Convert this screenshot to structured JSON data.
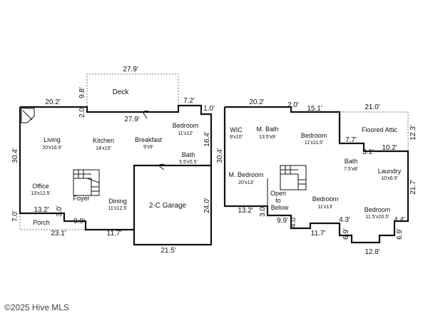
{
  "first_floor": {
    "rooms": {
      "deck": {
        "name": "Deck"
      },
      "living": {
        "name": "Living",
        "size": "20'x16.5'"
      },
      "kitchen": {
        "name": "Kitchen",
        "size": "14'x15'"
      },
      "breakfast": {
        "name": "Breakfast",
        "size": "9'x9'"
      },
      "bedroom": {
        "name": "Bedroom",
        "size": "11'x12'"
      },
      "bath": {
        "name": "Bath",
        "size": "5.5'x5.5'"
      },
      "office": {
        "name": "Office",
        "size": "13'x12.5'"
      },
      "foyer": {
        "name": "Foyer"
      },
      "dining": {
        "name": "Dining",
        "size": "11'x12.5'"
      },
      "garage": {
        "name": "2-C Garage"
      },
      "porch": {
        "name": "Porch"
      }
    },
    "dims": {
      "deck_top": "27.9'",
      "deck_side": "9.8'",
      "deck_bottom": "27.9'",
      "top_left": "20.2'",
      "top_left_step": "2.0'",
      "top_right": "7.2'",
      "right_step": "1.0'",
      "right_side": "16.4'",
      "left_side": "30.4'",
      "porch_side": "7.0'",
      "office_bottom": "13.2'",
      "foyer_step": "3.0'",
      "foyer_bottom": "9.9'",
      "porch_bottom": "23.1'",
      "dining_bottom": "11.7'",
      "garage_side": "24.0'",
      "garage_bottom": "21.5'"
    }
  },
  "second_floor": {
    "rooms": {
      "wic": {
        "name": "WIC",
        "size": "9'x10'"
      },
      "mbath": {
        "name": "M. Bath",
        "size": "13.5'x9'"
      },
      "bedroom_a": {
        "name": "Bedroom",
        "size": "11'x11.5'"
      },
      "attic": {
        "name": "Floored Attic"
      },
      "bath": {
        "name": "Bath",
        "size": "7.5'x8'"
      },
      "laundry": {
        "name": "Laundry",
        "size": "10'x6.5'"
      },
      "mbed": {
        "name": "M. Bedroom",
        "size": "20'x13'"
      },
      "open_line1": "Open",
      "open_line2": "to",
      "open_line3": "Below",
      "bedroom_b": {
        "name": "Bedroom",
        "size": "11'x13'"
      },
      "bedroom_c": {
        "name": "Bedroom",
        "size": "11.5'x20.5'"
      }
    },
    "dims": {
      "top_left": "20.2'",
      "top_step": "2.0'",
      "top_mid": "15.1'",
      "attic_top": "21.0'",
      "left_side": "30.4'",
      "attic_side": "12.3'",
      "bath_top": "7.7'",
      "bath_step": "3.1'",
      "laundry_top": "10.2'",
      "right_side": "21.7'",
      "bottom_left": "13.2'",
      "open_step": "3.0'",
      "open_bottom": "9.9'",
      "step_4_0": "4.0'",
      "bed_bottom": "11.7'",
      "step_4_3": "4.3'",
      "step_4_4": "4.4'",
      "step_6_9_left": "6.9'",
      "step_6_9_right": "6.9'",
      "bottom_right": "12.8'"
    }
  },
  "copyright": "©2025 Hive MLS"
}
